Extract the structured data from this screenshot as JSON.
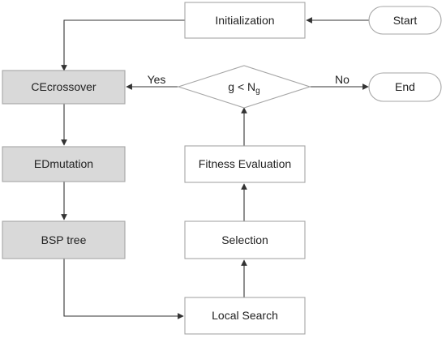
{
  "diagram": {
    "nodes": {
      "start": {
        "label": "Start"
      },
      "init": {
        "label": "Initialization"
      },
      "cross": {
        "label": "CEcrossover"
      },
      "decision": {
        "label_main": "g < N",
        "label_sub": "g"
      },
      "end": {
        "label": "End"
      },
      "mut": {
        "label": "EDmutation"
      },
      "fit": {
        "label": "Fitness Evaluation"
      },
      "bsp": {
        "label": "BSP tree"
      },
      "sel": {
        "label": "Selection"
      },
      "local": {
        "label": "Local Search"
      }
    },
    "edge_labels": {
      "yes": "Yes",
      "no": "No"
    },
    "colors": {
      "filled_box": "#d9d9d9",
      "plain_box": "#ffffff",
      "border": "#a6a6a6",
      "arrow": "#333333",
      "text": "#222222"
    }
  }
}
